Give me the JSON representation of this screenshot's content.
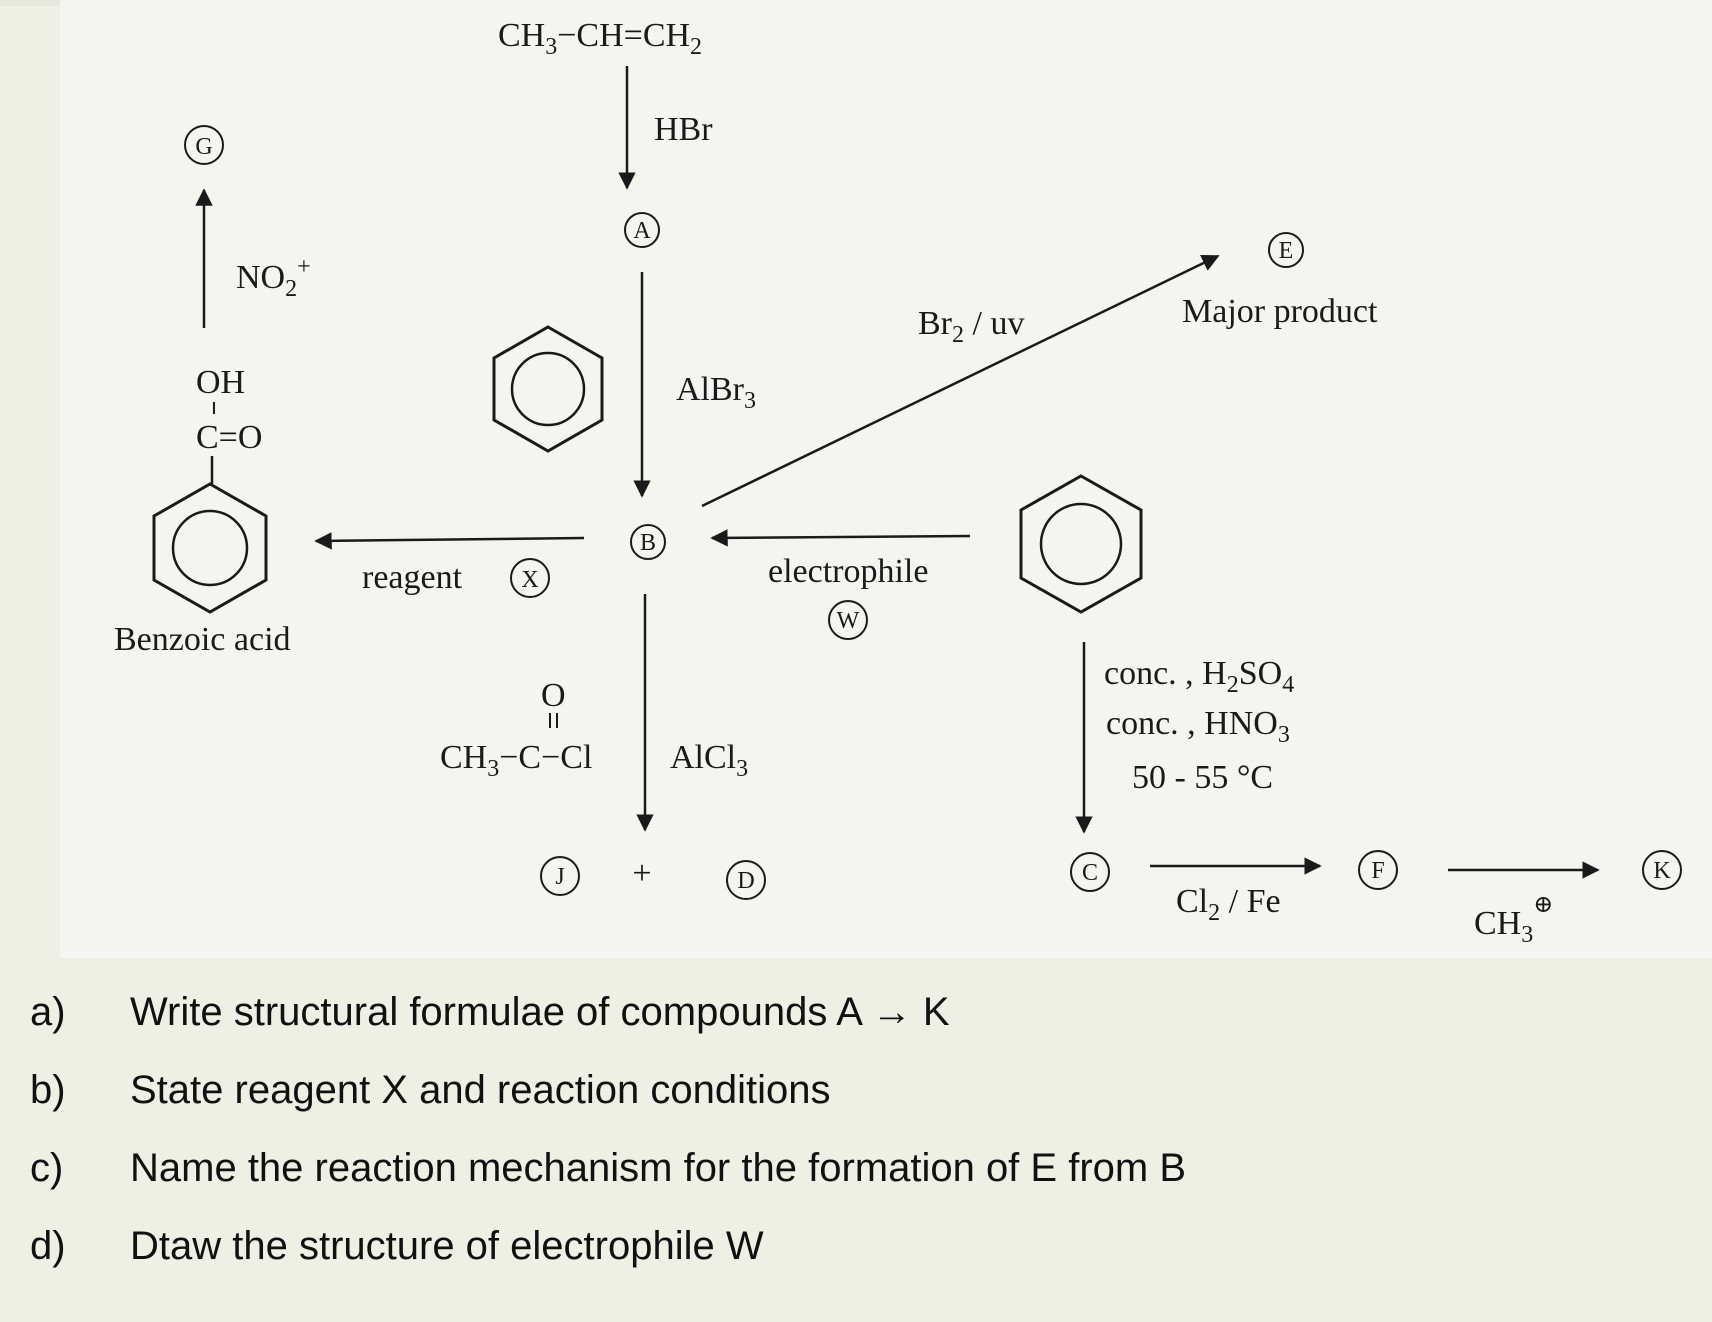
{
  "labels": {
    "A": "A",
    "B": "B",
    "C": "C",
    "D": "D",
    "E": "E",
    "F": "F",
    "G": "G",
    "J": "J",
    "K": "K",
    "W": "W",
    "X": "X"
  },
  "reactions": {
    "propene": "CH3−CH=CH2",
    "hbr": "HBr",
    "albr3": "AlBr3",
    "br2_uv": "Br2 / uv",
    "major_product": "Major product",
    "no2_plus": "NO2+",
    "reagent": "reagent",
    "benzoic_acid": "Benzoic acid",
    "cooh_oh": "OH",
    "cooh_co": "C=O",
    "electrophile": "electrophile",
    "acyl_o": "O",
    "acyl_formula": "CH3−C−Cl",
    "alcl3": "AlCl3",
    "plus": "+",
    "conc_h2so4": "conc. , H2SO4",
    "conc_hno3": "conc. , HNO3",
    "temp": "50 - 55 °C",
    "cl2_fe": "Cl2 / Fe",
    "ch3_plus": "CH3⊕"
  },
  "questions": [
    {
      "letter": "a)",
      "text": "Write structural formulae of compounds A → K"
    },
    {
      "letter": "b)",
      "text": "State reagent X and reaction conditions"
    },
    {
      "letter": "c)",
      "text": "Name the reaction mechanism for the formation of E from B"
    },
    {
      "letter": "d)",
      "text": "Dtaw the structure of electrophile W"
    }
  ]
}
